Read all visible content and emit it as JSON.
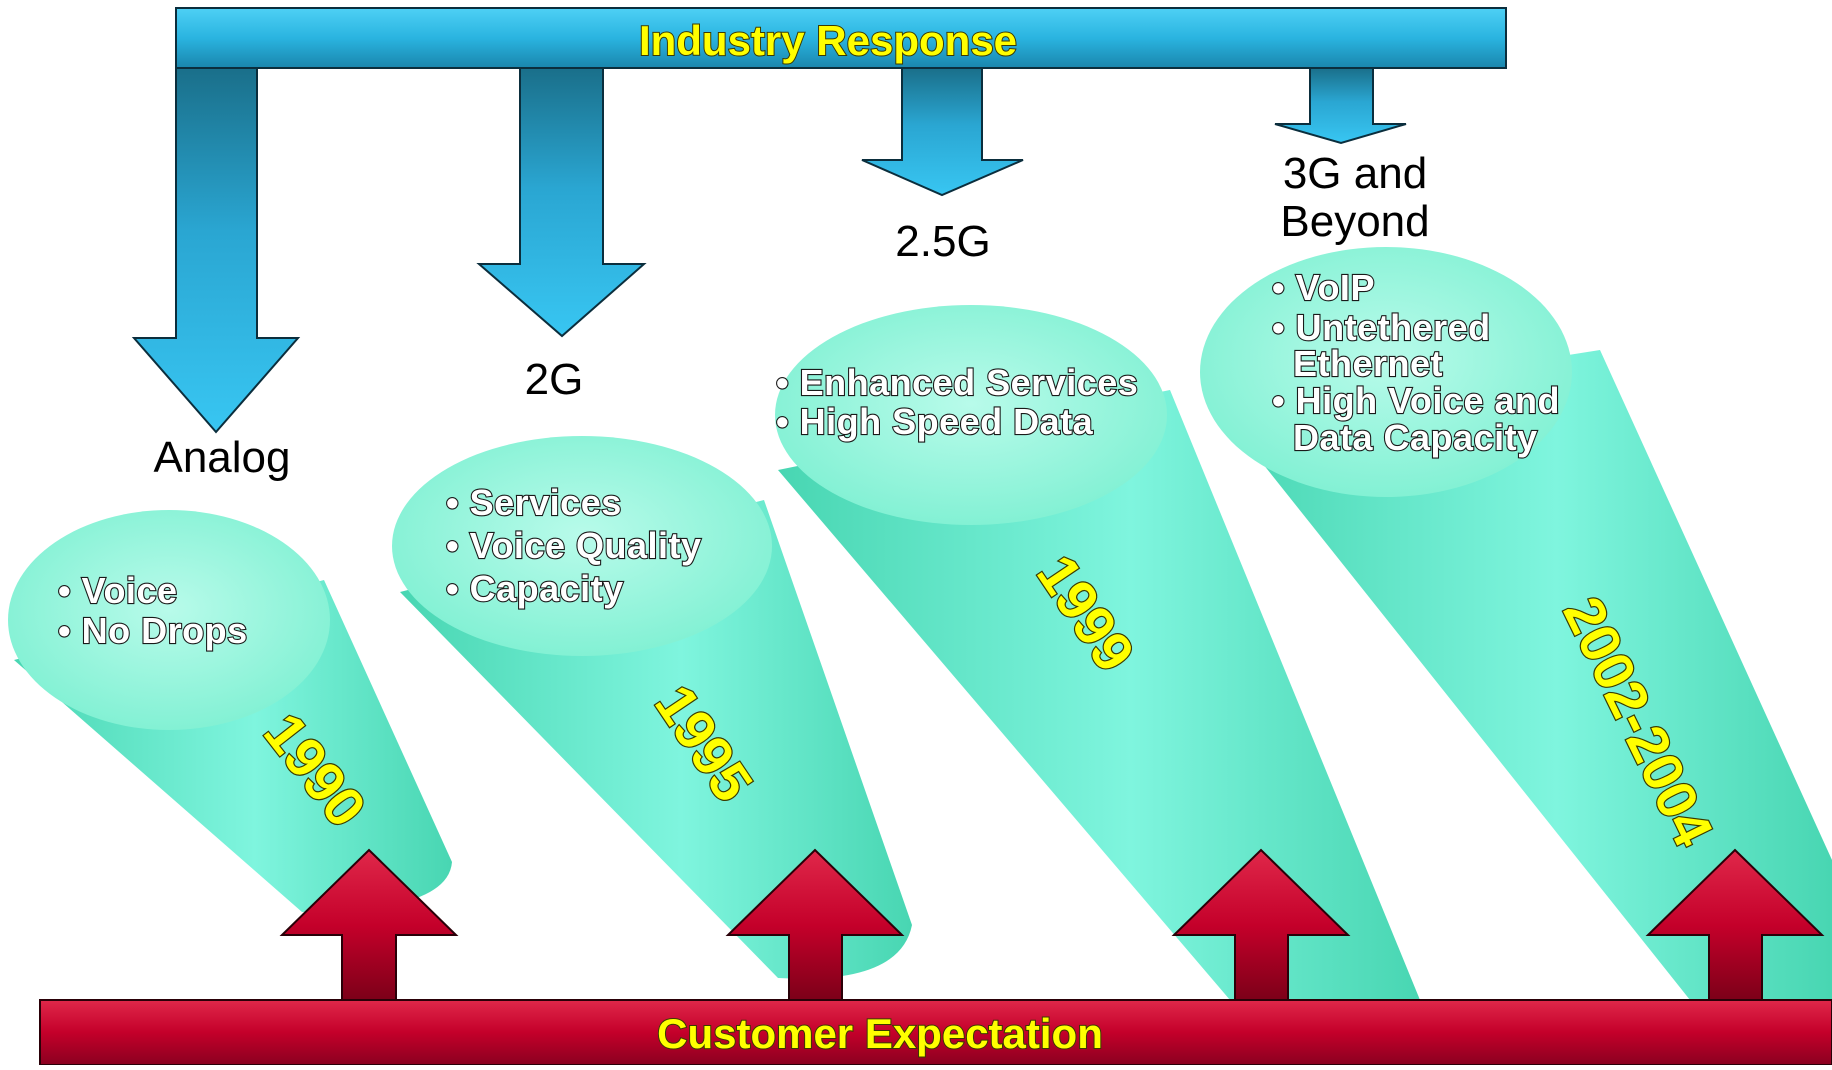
{
  "industry_response": {
    "label": "Industry Response"
  },
  "customer_expectation": {
    "label": "Customer Expectation"
  },
  "colors": {
    "blue_bar": "#2ab4e0",
    "cone": "#6fedd0",
    "red_bar": "#c4002a",
    "year_text": "#ffff00"
  },
  "generations": [
    {
      "label": [
        "Analog"
      ],
      "year": "1990",
      "bullets": [
        "• Voice",
        "• No Drops"
      ]
    },
    {
      "label": [
        "2G"
      ],
      "year": "1995",
      "bullets": [
        "• Services",
        "• Voice Quality",
        "• Capacity"
      ]
    },
    {
      "label": [
        "2.5G"
      ],
      "year": "1999",
      "bullets": [
        "• Enhanced Services",
        "• High Speed Data"
      ]
    },
    {
      "label": [
        "3G and",
        "Beyond"
      ],
      "year": "2002-2004",
      "bullets": [
        "• VoIP",
        "• Untethered",
        "  Ethernet",
        "• High Voice and",
        "  Data Capacity"
      ]
    }
  ]
}
